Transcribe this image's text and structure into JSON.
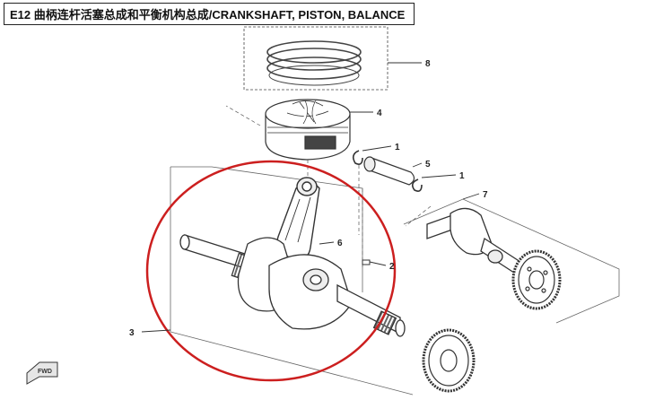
{
  "title": "E12 曲柄连杆活塞总成和平衡机构总成/CRANKSHAFT, PISTON, BALANCE",
  "callouts": {
    "piston_rings": "8",
    "piston": "4",
    "circlip_upper": "1",
    "piston_pin": "5",
    "circlip_lower": "1",
    "balance_shaft": "7",
    "connecting_rod": "6",
    "key": "2",
    "crankshaft_assembly": "3"
  },
  "direction_marker": "FWD",
  "colors": {
    "line": "#333333",
    "highlight_ellipse": "#cc1f1f"
  }
}
